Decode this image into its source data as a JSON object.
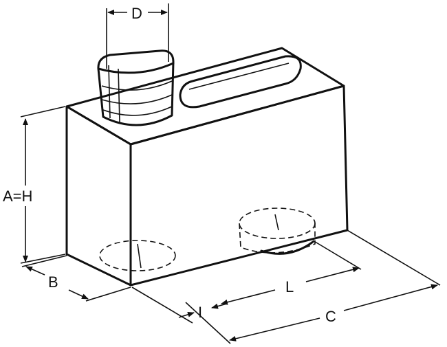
{
  "labels": {
    "D": "D",
    "AH": "A=H",
    "B": "B",
    "I": "I",
    "L": "L",
    "C": "C"
  }
}
